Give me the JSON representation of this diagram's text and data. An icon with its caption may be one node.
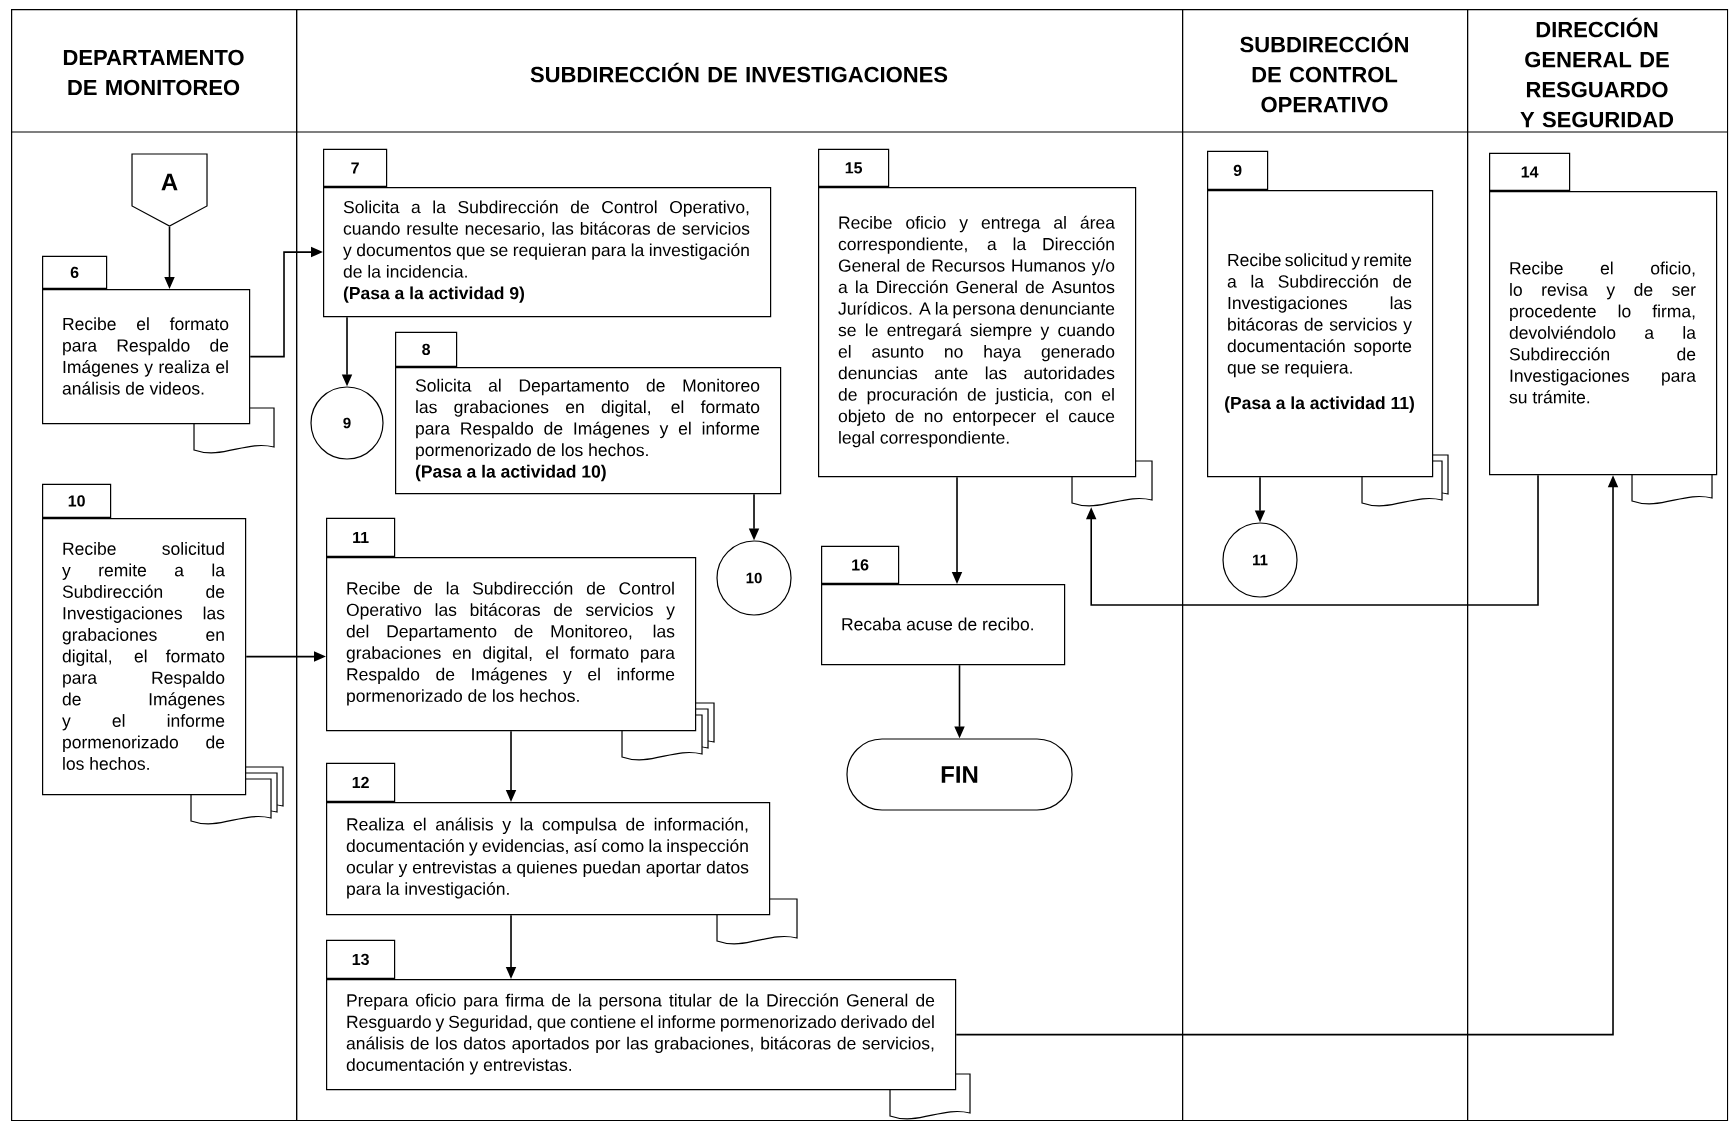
{
  "diagram": {
    "nodes": [
      {
        "text": [
          "DEPARTAMENTO DE MONITOREO"
        ]
      },
      {
        "text": [
          "SUBDIRECCIÓN DE INVESTIGACIONES"
        ]
      },
      {
        "text": [
          "SUBDIRECCIÓN DE CONTROL OPERATIVO"
        ]
      },
      {
        "text": [
          "DIRECCIÓN GENERAL DE RESGUARDO Y SEGURIDAD"
        ]
      },
      {
        "text": [
          "A"
        ],
        "in": 0
      },
      {
        "text": [
          "6",
          "Recibe el formato para Respaldo de Imágenes y realiza el análisis de videos."
        ],
        "in": 0
      },
      {
        "text": [
          "10",
          "Recibe solicitud y remite a la Subdirección de Investigaciones las grabaciones en digital, el formato para Respaldo de Imágenes y el informe pormenorizado de los hechos."
        ],
        "in": 0
      },
      {
        "text": [
          "7",
          "Solicita a la Subdirección de Control Operativo, cuando resulte necesario, las bitácoras de servicios y documentos que se requieran para la investigación de la incidencia.",
          "(Pasa a la actividad 9)"
        ],
        "in": 1
      },
      {
        "text": [
          "9"
        ],
        "in": 1
      },
      {
        "text": [
          "8",
          "Solicita al Departamento de Monitoreo las grabaciones en digital, el formato para Respaldo de Imágenes y el informe pormenorizado de los hechos.",
          "(Pasa a la actividad 10)"
        ],
        "in": 1
      },
      {
        "text": [
          "10"
        ],
        "in": 1
      },
      {
        "text": [
          "11",
          "Recibe de la Subdirección de Control Operativo las bitácoras de servicios y del Departamento de Monitoreo, las grabaciones en digital, el formato para Respaldo de Imágenes y el informe pormenorizado de los hechos."
        ],
        "in": 1
      },
      {
        "text": [
          "12",
          "Realiza el análisis y la compulsa de información, documentación y evidencias, así como la inspección ocular y entrevistas a quienes puedan aportar datos para la investigación."
        ],
        "in": 1
      },
      {
        "text": [
          "13",
          "Prepara oficio para firma de la persona titular de la Dirección General de Resguardo y Seguridad, que contiene el informe pormenorizado derivado del análisis de los datos aportados por las grabaciones, bitácoras de servicios, documentación y entrevistas."
        ],
        "in": 1
      },
      {
        "text": [
          "15",
          "Recibe oficio y entrega al área correspondiente, a la Dirección General de Recursos Humanos y/o a la Dirección General de Asuntos Jurídicos. A la persona denunciante se le entregará siempre y cuando el asunto no haya generado denuncias ante las autoridades de procuración de justicia, con el objeto de no entorpecer el cauce legal correspondiente."
        ],
        "in": 1
      },
      {
        "text": [
          "16",
          "Recaba acuse de recibo."
        ],
        "in": 1
      },
      {
        "text": [
          "FIN"
        ],
        "in": 1
      },
      {
        "text": [
          "9",
          "Recibe solicitud y remite a la Subdirección de Investigaciones las bitácoras de servicios y documentación soporte que se requiera.",
          "(Pasa a la actividad 11)"
        ],
        "in": 2
      },
      {
        "text": [
          "11"
        ],
        "in": 2
      },
      {
        "text": [
          "14",
          "Recibe el oficio, lo revisa y de ser procedente lo firma, devolviéndolo a la Subdirección de Investigaciones para su trámite."
        ],
        "in": 3
      }
    ],
    "edges": [
      {
        "from": 4,
        "to": 5,
        "arrow": "to"
      },
      {
        "from": 5,
        "to": 7,
        "arrow": "to"
      },
      {
        "from": 7,
        "to": 8,
        "arrow": "to"
      },
      {
        "from": 9,
        "to": 10,
        "arrow": "to"
      },
      {
        "from": 6,
        "to": 11,
        "arrow": "to"
      },
      {
        "from": 11,
        "to": 12,
        "arrow": "to"
      },
      {
        "from": 12,
        "to": 13,
        "arrow": "to"
      },
      {
        "from": 13,
        "to": 19,
        "arrow": "to"
      },
      {
        "from": 19,
        "to": 14,
        "arrow": "to"
      },
      {
        "from": 14,
        "to": 15,
        "arrow": "to"
      },
      {
        "from": 15,
        "to": 16,
        "arrow": "to"
      },
      {
        "from": 17,
        "to": 18,
        "arrow": "to"
      }
    ]
  }
}
